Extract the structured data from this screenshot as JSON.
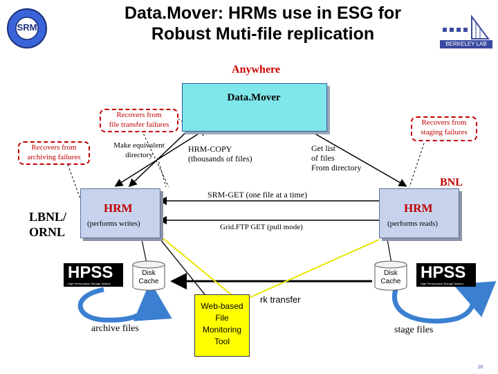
{
  "title_line1": "Data.Mover: HRMs use in ESG for",
  "title_line2": "Robust Muti-file replication",
  "logo_left_text": "SRM",
  "logo_right_text": "BERKELEY LAB",
  "anywhere": "Anywhere",
  "datamover_label": "Data.Mover",
  "recovers_transfer_1": "Recovers from",
  "recovers_transfer_2": "file transfer failures",
  "recovers_staging_1": "Recovers from",
  "recovers_staging_2": "staging failures",
  "recovers_archiving_1": "Recovers from",
  "recovers_archiving_2": "archiving failures",
  "make_dir_1": "Make equivalent",
  "make_dir_2": "directory",
  "hrm_copy_1": "HRM-COPY",
  "hrm_copy_2": "(thousands of files)",
  "get_list_1": "Get list",
  "get_list_2": "of files",
  "get_list_3": "From directory",
  "srm_get": "SRM-GET (one file at a time)",
  "gridftp_get": "Grid.FTP GET (pull mode)",
  "network_transfer": "rk transfer",
  "lbnl_1": "LBNL/",
  "lbnl_2": "ORNL",
  "bnl": "BNL",
  "hrm_left_title": "HRM",
  "hrm_left_sub": "(performs writes)",
  "hrm_right_title": "HRM",
  "hrm_right_sub": "(performs reads)",
  "disk_cache_left_1": "Disk",
  "disk_cache_left_2": "Cache",
  "disk_cache_right_1": "Disk",
  "disk_cache_right_2": "Cache",
  "hpss_left": "HPSS",
  "hpss_right": "HPSS",
  "hpss_sub": "High Performance Storage System",
  "archive_files": "archive files",
  "stage_files": "stage files",
  "web_tool_1": "Web-based",
  "web_tool_2": "File",
  "web_tool_3": "Monitoring",
  "web_tool_4": "Tool",
  "page_number": "28",
  "colors": {
    "datamover_fill": "#7fe6ea",
    "hrm_fill": "#c7d3ec",
    "accent_red": "#c00000",
    "tool_yellow": "#ffff00",
    "cycle_blue": "#3b7fd0"
  }
}
